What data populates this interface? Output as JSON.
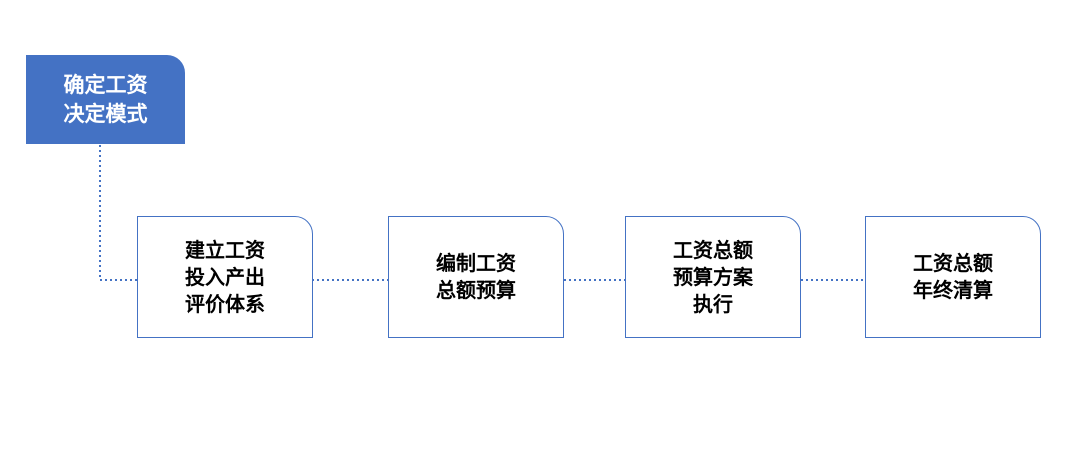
{
  "diagram": {
    "top_node": {
      "label": "确定工资\n决定模式"
    },
    "steps": [
      {
        "label": "建立工资\n投入产出\n评价体系"
      },
      {
        "label": "编制工资\n总额预算"
      },
      {
        "label": "工资总额\n预算方案\n执行"
      },
      {
        "label": "工资总额\n年终清算"
      }
    ],
    "colors": {
      "accent": "#4472c4",
      "text": "#000000",
      "top_text": "#ffffff"
    }
  }
}
